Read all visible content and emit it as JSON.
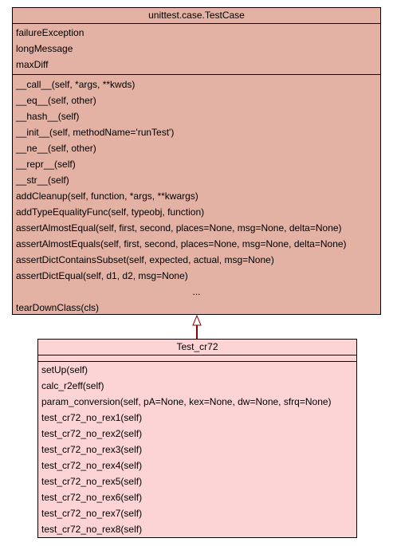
{
  "parent_class": {
    "name": "unittest.case.TestCase",
    "attributes": [
      "failureException",
      "longMessage",
      "maxDiff"
    ],
    "methods": [
      "__call__(self, *args, **kwds)",
      "__eq__(self, other)",
      "__hash__(self)",
      "__init__(self, methodName='runTest')",
      "__ne__(self, other)",
      "__repr__(self)",
      "__str__(self)",
      "addCleanup(self, function, *args, **kwargs)",
      "addTypeEqualityFunc(self, typeobj, function)",
      "assertAlmostEqual(self, first, second, places=None, msg=None, delta=None)",
      "assertAlmostEquals(self, first, second, places=None, msg=None, delta=None)",
      "assertDictContainsSubset(self, expected, actual, msg=None)",
      "assertDictEqual(self, d1, d2, msg=None)"
    ],
    "ellipsis": "...",
    "last_method": "tearDownClass(cls)"
  },
  "child_class": {
    "name": "Test_cr72",
    "methods": [
      "setUp(self)",
      "calc_r2eff(self)",
      "param_conversion(self, pA=None, kex=None, dw=None, sfrq=None)",
      "test_cr72_no_rex1(self)",
      "test_cr72_no_rex2(self)",
      "test_cr72_no_rex3(self)",
      "test_cr72_no_rex4(self)",
      "test_cr72_no_rex5(self)",
      "test_cr72_no_rex6(self)",
      "test_cr72_no_rex7(self)",
      "test_cr72_no_rex8(self)"
    ]
  },
  "colors": {
    "parent_fill": "#e3b2a5",
    "child_fill": "#fcd4d6",
    "inheritance_arrow": "#8b0000"
  }
}
